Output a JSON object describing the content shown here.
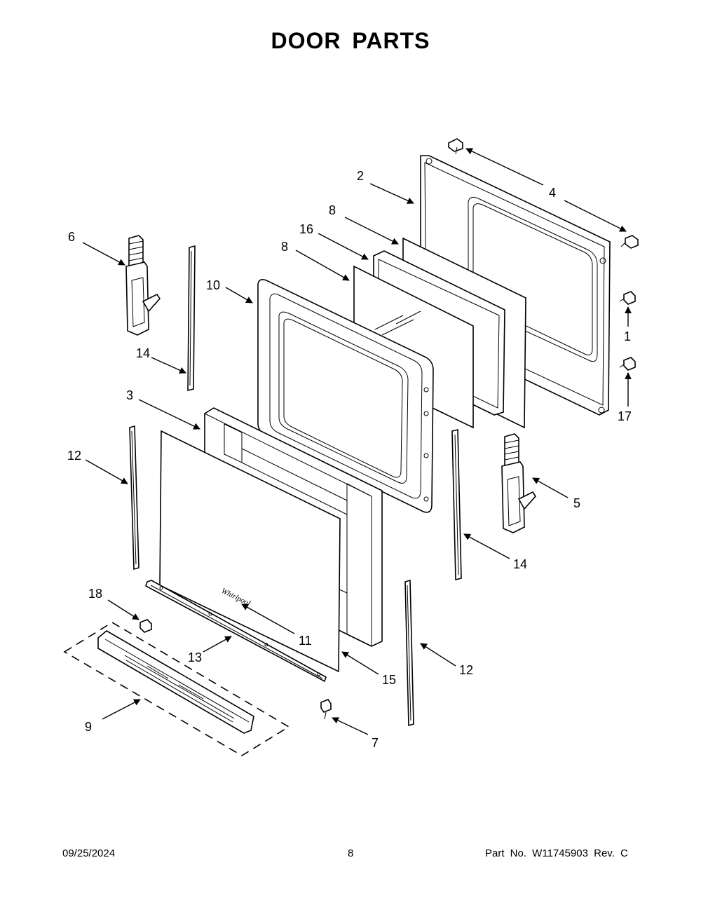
{
  "title": "DOOR PARTS",
  "callouts": {
    "c1": "1",
    "c2": "2",
    "c3": "3",
    "c4": "4",
    "c5": "5",
    "c6": "6",
    "c7": "7",
    "c8a": "8",
    "c8b": "8",
    "c9": "9",
    "c10": "10",
    "c11": "11",
    "c12a": "12",
    "c12b": "12",
    "c13": "13",
    "c14a": "14",
    "c14b": "14",
    "c15": "15",
    "c16": "16",
    "c17": "17",
    "c18": "18"
  },
  "logo_text": "Whirlpool",
  "footer": {
    "date": "09/25/2024",
    "page": "8",
    "part_info": "Part No.  W11745903  Rev.  C"
  }
}
